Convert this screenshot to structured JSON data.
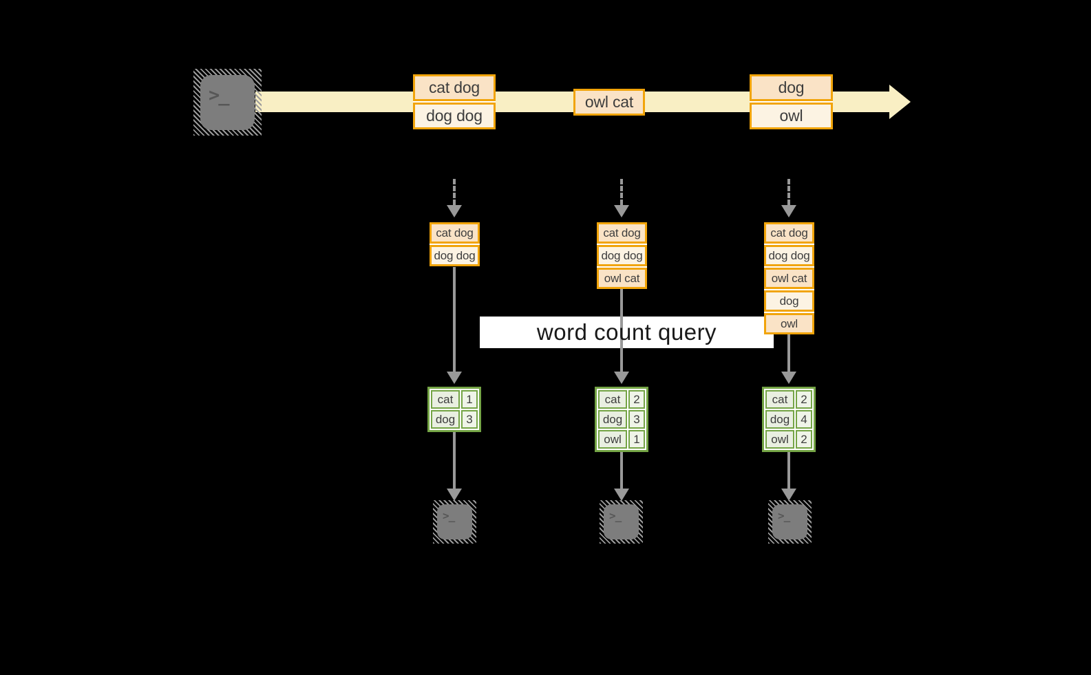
{
  "query_label": "word count query",
  "terminal_glyph": ">_",
  "stream": {
    "events": [
      {
        "rows": [
          "cat dog",
          "dog dog"
        ]
      },
      {
        "rows": [
          "owl cat"
        ]
      },
      {
        "rows": [
          "dog",
          "owl"
        ]
      }
    ]
  },
  "columns": [
    {
      "buffer": [
        "cat dog",
        "dog dog"
      ],
      "counts": [
        {
          "word": "cat",
          "count": "1"
        },
        {
          "word": "dog",
          "count": "3"
        }
      ]
    },
    {
      "buffer": [
        "cat dog",
        "dog dog",
        "owl cat"
      ],
      "counts": [
        {
          "word": "cat",
          "count": "2"
        },
        {
          "word": "dog",
          "count": "3"
        },
        {
          "word": "owl",
          "count": "1"
        }
      ]
    },
    {
      "buffer": [
        "cat dog",
        "dog dog",
        "owl cat",
        "dog",
        "owl"
      ],
      "counts": [
        {
          "word": "cat",
          "count": "2"
        },
        {
          "word": "dog",
          "count": "4"
        },
        {
          "word": "owl",
          "count": "2"
        }
      ]
    }
  ],
  "colors": {
    "background": "#000000",
    "stream_band": "#f9efc4",
    "event_border": "#f1a40a",
    "event_fill_peach": "#fae3c6",
    "event_fill_cream": "#fcf3e3",
    "table_border": "#74a445",
    "table_fill": "#e9efe1",
    "arrow_gray": "#999999",
    "terminal_gray": "#7d7d7d",
    "query_bg": "#ffffff",
    "query_text": "#191919"
  }
}
